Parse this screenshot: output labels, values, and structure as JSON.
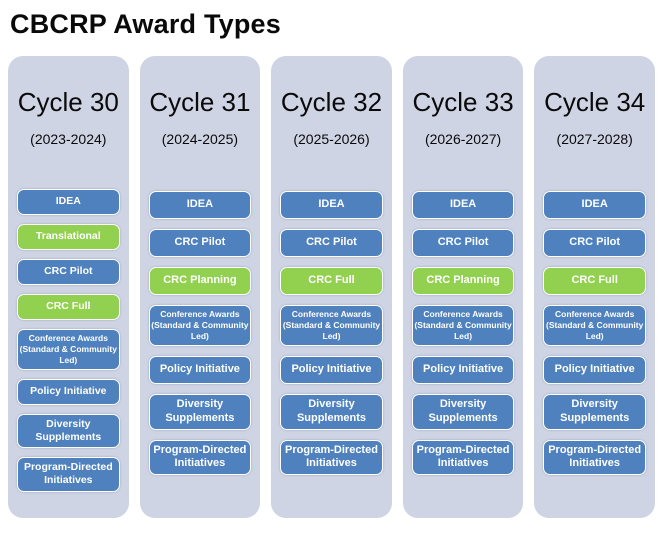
{
  "title": "CBCRP Award Types",
  "colors": {
    "column_bg": "#CED4E4",
    "blue": "#4E81BD",
    "green": "#92D050",
    "button_border": "#FFFFFF",
    "button_text": "#FFFFFF",
    "heading_text": "#0A0A0A"
  },
  "columns": [
    {
      "title": "Cycle 30",
      "years": "(2023-2024)",
      "awards": [
        {
          "label": "IDEA",
          "highlight": false,
          "small": false
        },
        {
          "label": "Translational",
          "highlight": true,
          "small": false
        },
        {
          "label": "CRC Pilot",
          "highlight": false,
          "small": false
        },
        {
          "label": "CRC Full",
          "highlight": true,
          "small": false
        },
        {
          "label": "Conference Awards (Standard & Community Led)",
          "highlight": false,
          "small": true
        },
        {
          "label": "Policy Initiative",
          "highlight": false,
          "small": false
        },
        {
          "label": "Diversity Supplements",
          "highlight": false,
          "small": false
        },
        {
          "label": "Program-Directed Initiatives",
          "highlight": false,
          "small": false
        }
      ]
    },
    {
      "title": "Cycle 31",
      "years": "(2024-2025)",
      "awards": [
        {
          "label": "IDEA",
          "highlight": false,
          "small": false
        },
        {
          "label": "CRC Pilot",
          "highlight": false,
          "small": false
        },
        {
          "label": "CRC Planning",
          "highlight": true,
          "small": false
        },
        {
          "label": "Conference Awards (Standard & Community Led)",
          "highlight": false,
          "small": true
        },
        {
          "label": "Policy Initiative",
          "highlight": false,
          "small": false
        },
        {
          "label": "Diversity Supplements",
          "highlight": false,
          "small": false
        },
        {
          "label": "Program-Directed Initiatives",
          "highlight": false,
          "small": false
        }
      ]
    },
    {
      "title": "Cycle 32",
      "years": "(2025-2026)",
      "awards": [
        {
          "label": "IDEA",
          "highlight": false,
          "small": false
        },
        {
          "label": "CRC Pilot",
          "highlight": false,
          "small": false
        },
        {
          "label": "CRC Full",
          "highlight": true,
          "small": false
        },
        {
          "label": "Conference Awards (Standard & Community Led)",
          "highlight": false,
          "small": true
        },
        {
          "label": "Policy Initiative",
          "highlight": false,
          "small": false
        },
        {
          "label": "Diversity Supplements",
          "highlight": false,
          "small": false
        },
        {
          "label": "Program-Directed Initiatives",
          "highlight": false,
          "small": false
        }
      ]
    },
    {
      "title": "Cycle 33",
      "years": "(2026-2027)",
      "awards": [
        {
          "label": "IDEA",
          "highlight": false,
          "small": false
        },
        {
          "label": "CRC Pilot",
          "highlight": false,
          "small": false
        },
        {
          "label": "CRC Planning",
          "highlight": true,
          "small": false
        },
        {
          "label": "Conference Awards (Standard & Community Led)",
          "highlight": false,
          "small": true
        },
        {
          "label": "Policy Initiative",
          "highlight": false,
          "small": false
        },
        {
          "label": "Diversity Supplements",
          "highlight": false,
          "small": false
        },
        {
          "label": "Program-Directed Initiatives",
          "highlight": false,
          "small": false
        }
      ]
    },
    {
      "title": "Cycle 34",
      "years": "(2027-2028)",
      "awards": [
        {
          "label": "IDEA",
          "highlight": false,
          "small": false
        },
        {
          "label": "CRC Pilot",
          "highlight": false,
          "small": false
        },
        {
          "label": "CRC Full",
          "highlight": true,
          "small": false
        },
        {
          "label": "Conference Awards (Standard & Community Led)",
          "highlight": false,
          "small": true
        },
        {
          "label": "Policy Initiative",
          "highlight": false,
          "small": false
        },
        {
          "label": "Diversity Supplements",
          "highlight": false,
          "small": false
        },
        {
          "label": "Program-Directed Initiatives",
          "highlight": false,
          "small": false
        }
      ]
    }
  ]
}
